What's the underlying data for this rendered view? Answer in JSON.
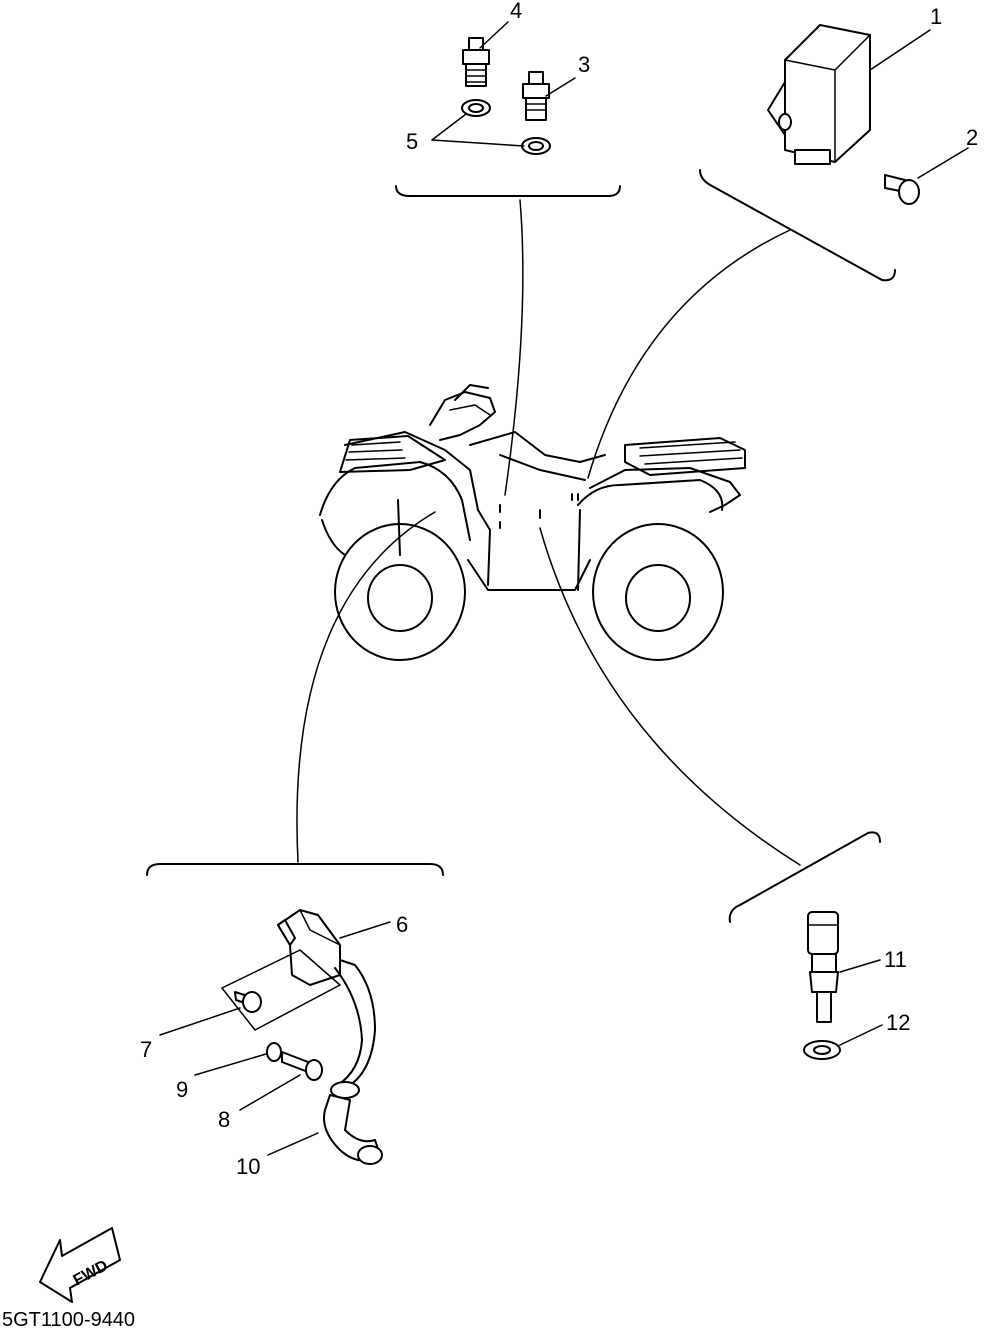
{
  "callouts": [
    {
      "id": "1",
      "text": "1"
    },
    {
      "id": "2",
      "text": "2"
    },
    {
      "id": "3",
      "text": "3"
    },
    {
      "id": "4",
      "text": "4"
    },
    {
      "id": "5",
      "text": "5"
    },
    {
      "id": "6",
      "text": "6"
    },
    {
      "id": "7",
      "text": "7"
    },
    {
      "id": "8",
      "text": "8"
    },
    {
      "id": "9",
      "text": "9"
    },
    {
      "id": "10",
      "text": "10"
    },
    {
      "id": "11",
      "text": "11"
    },
    {
      "id": "12",
      "text": "12"
    }
  ],
  "fwd_label": "FWD",
  "diagram_code": "5GT1100-9440"
}
